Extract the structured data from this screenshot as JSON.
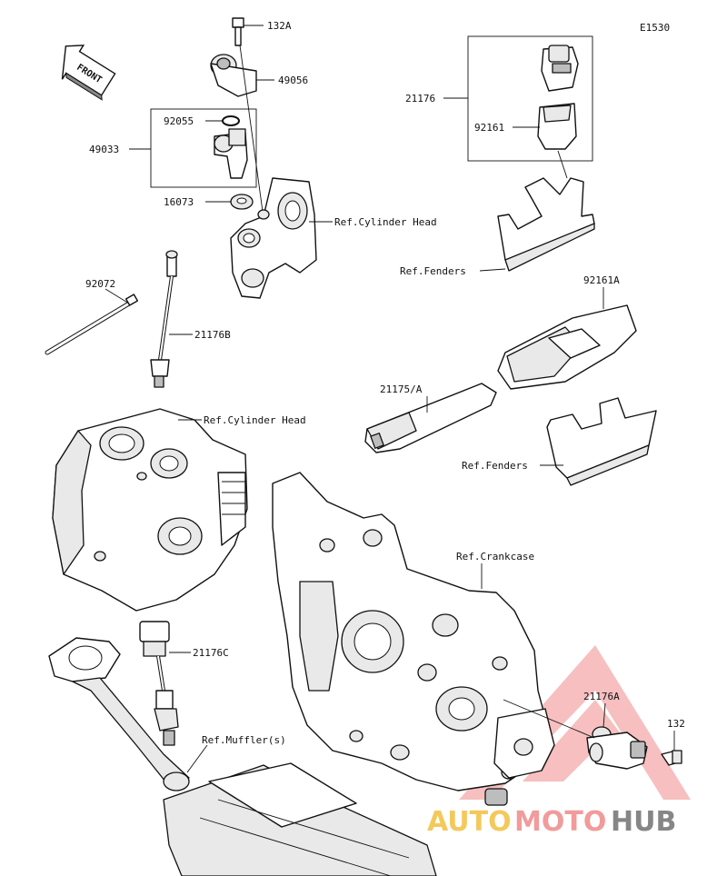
{
  "diagram_code": "E1530",
  "front_label": "FRONT",
  "labels": {
    "p132A": "132A",
    "p49056": "49056",
    "p92055": "92055",
    "p49033": "49033",
    "p16073": "16073",
    "ref_cyl_head_top": "Ref.Cylinder Head",
    "p21176": "21176",
    "p92161": "92161",
    "ref_fenders_top": "Ref.Fenders",
    "p92072": "92072",
    "p21176B": "21176B",
    "p92161A": "92161A",
    "p21175A": "21175/A",
    "ref_cyl_head_mid": "Ref.Cylinder Head",
    "ref_fenders_mid": "Ref.Fenders",
    "ref_crankcase": "Ref.Crankcase",
    "p21176C": "21176C",
    "ref_mufflers": "Ref.Muffler(s)",
    "p21176A": "21176A",
    "p132": "132"
  },
  "watermark": {
    "part1": "AUTO",
    "part2": "MOTO",
    "part3": "HUB",
    "colors": {
      "auto": "#f3c03f",
      "moto": "#ef8a8a",
      "hub": "#7a7a7a"
    }
  }
}
